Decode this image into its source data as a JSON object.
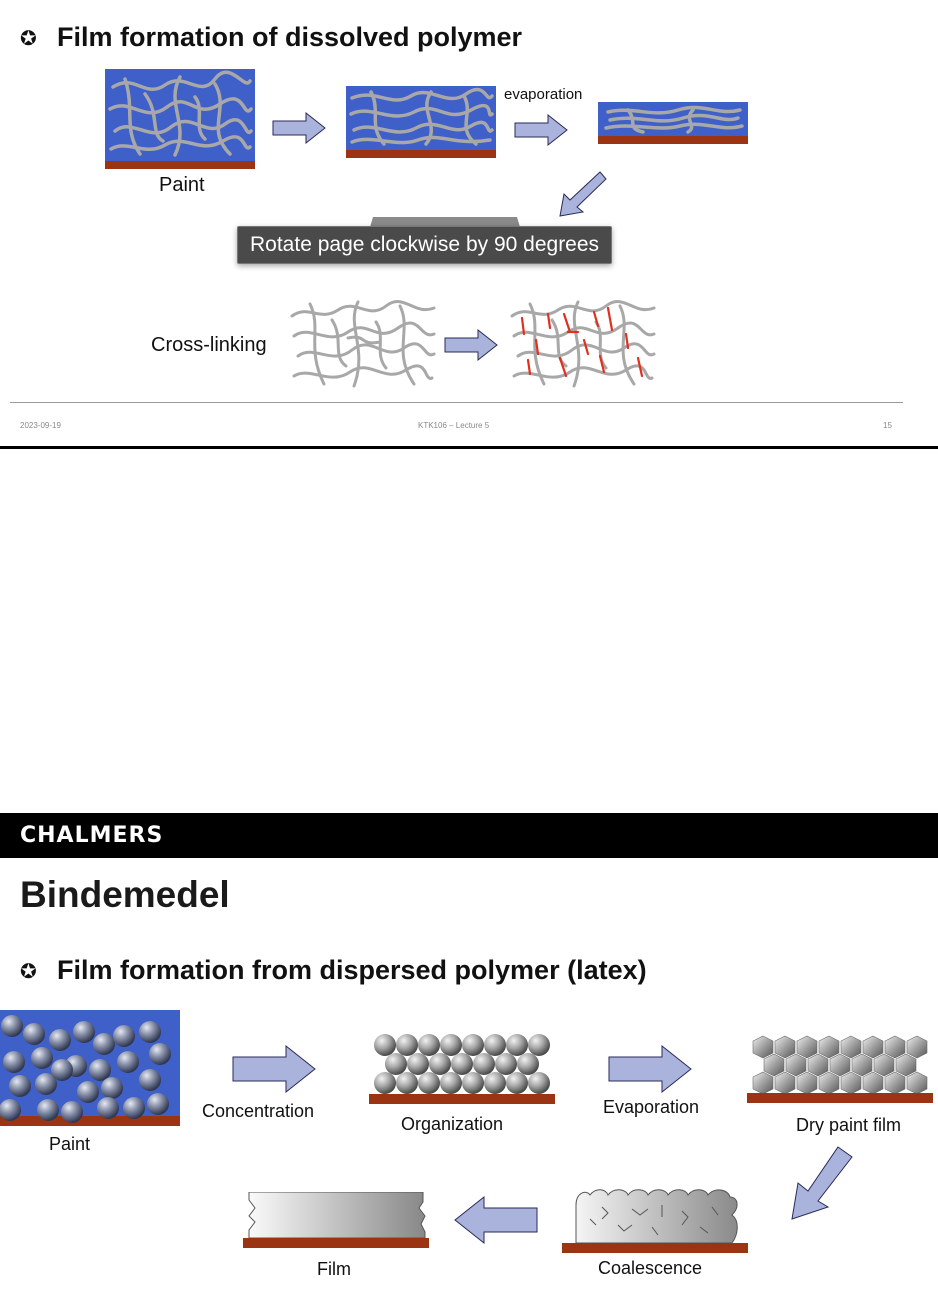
{
  "slide15": {
    "heading": "Film formation of dissolved polymer",
    "paint_label": "Paint",
    "evaporation_label": "evaporation",
    "crosslinking_label": "Cross-linking",
    "footer_date": "2023-09-19",
    "footer_course": "KTK106 – Lecture 5",
    "footer_page": "15"
  },
  "tooltip": {
    "text": "Rotate page clockwise by 90 degrees"
  },
  "slide16": {
    "brand": "CHALMERS",
    "title": "Bindemedel",
    "heading": "Film formation from dispersed polymer (latex)",
    "labels": {
      "paint": "Paint",
      "concentration": "Concentration",
      "organization": "Organization",
      "evaporation": "Evaporation",
      "dry_paint_film": "Dry paint film",
      "coalescence": "Coalescence",
      "film": "Film"
    }
  },
  "colors": {
    "paint_blue": "#3f5fc9",
    "substrate_brown": "#9a3412",
    "arrow_fill": "#a9b3db",
    "chain_grey": "#a8a8a8",
    "crosslink_red": "#e03020"
  },
  "icons": [
    "gear-bullet-icon",
    "right-arrow-icon",
    "down-left-arrow-icon",
    "left-arrow-icon"
  ]
}
